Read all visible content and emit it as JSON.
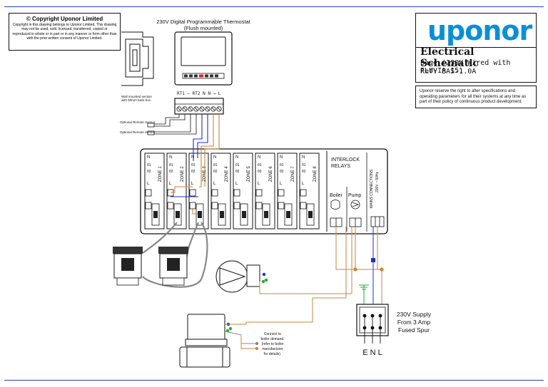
{
  "copyright": {
    "title": "Copyright Uponor Limited",
    "body": "Copyright in this drawing belongs to Uponor Limited. This drawing may not be used, sold, licensed, transferred, copied or reproduced in whole or in part or in any manner or form other than with the prior written consent of Uponor Limited."
  },
  "title_block": {
    "logo": "uponor",
    "title": "Electrical Schematic",
    "subtitle": "Base  (230V Wired with FLUVIA 15)",
    "ref": "Ref: BAS-1.0A",
    "note": "Uponor reserve the right to alter specifications and operating parameters for all their systems at any time as part of their policy of continuous product development."
  },
  "thermostat": {
    "title": "230V Digital Programmable Thermostat",
    "subtitle": "(Flush mounted)",
    "wall_label_1": "Wall mounted section",
    "wall_label_2": "with 50mm back box",
    "terminals": "RT1 — RT2  N  N   →  L"
  },
  "sensors": [
    "Optional Remote Sensor",
    "Optional Remote Sensor"
  ],
  "zones": [
    "ZONE 1",
    "ZONE 2",
    "ZONE 3",
    "ZONE 4",
    "ZONE 5",
    "ZONE 6",
    "ZONE 7",
    "ZONE 8"
  ],
  "zone_terminals": {
    "n": "N",
    "t1": "θ1",
    "t2": "θ2",
    "l": "L"
  },
  "interlock": {
    "title_1": "INTERLOCK",
    "title_2": "RELAYS",
    "boiler": "Boiler",
    "pump": "Pump"
  },
  "mains": {
    "label_1": "MAINS CONNECTIONS",
    "label_2": "230V ~ 50Hz"
  },
  "supply": {
    "line1": "230V Supply",
    "line2": "From 3 Amp",
    "line3": "Fused Spur",
    "enl": "E N L"
  },
  "boiler_note": [
    "Connect to",
    "boiler demand.",
    "(refer to boiler",
    "manufacturer",
    "for details)."
  ],
  "colors": {
    "frame": "#2a3fb8",
    "live": "#c9863a",
    "neutral": "#1a2fd0",
    "earth": "#1bb02f",
    "actuator_cable": "#888888",
    "logo": "#0a8fd6"
  }
}
